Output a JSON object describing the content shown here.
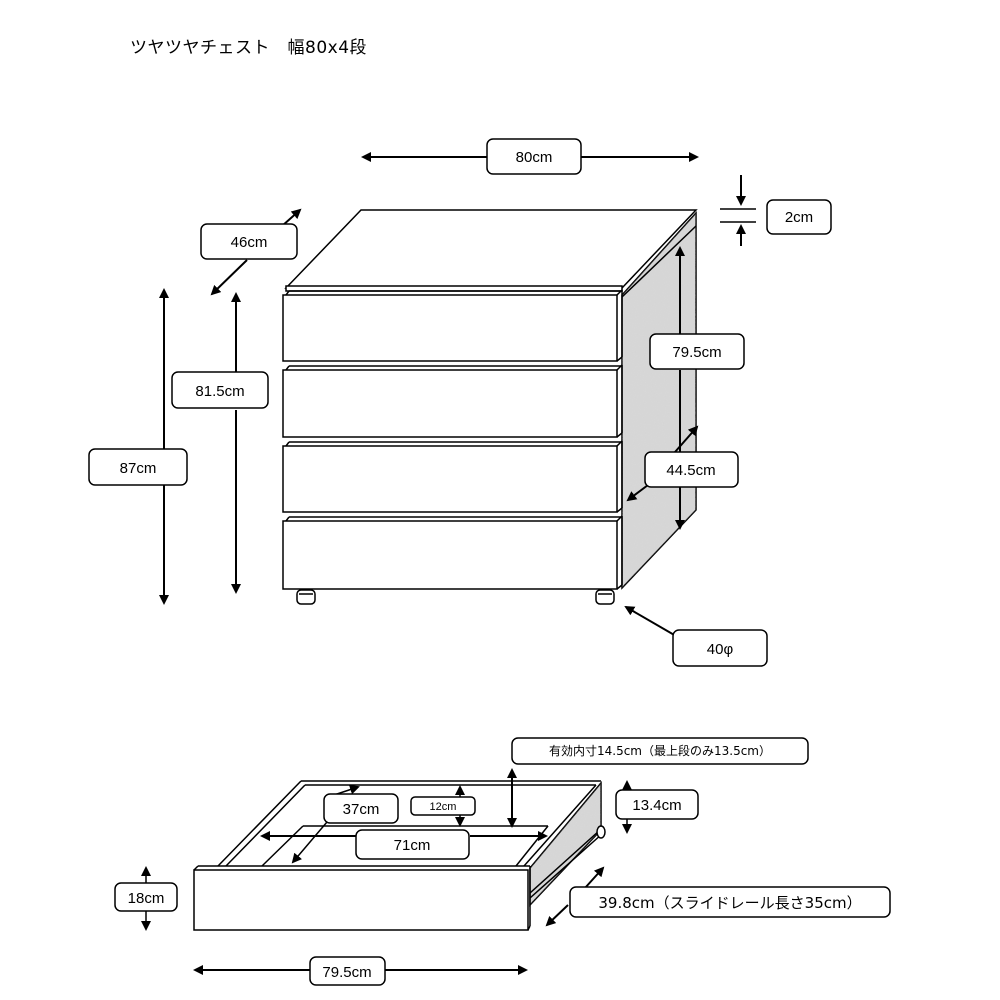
{
  "title": "ツヤツヤチェスト　幅80x4段",
  "colors": {
    "line": "#000000",
    "side_panel": "#d4d4d4",
    "background": "#ffffff"
  },
  "chest": {
    "labels": {
      "width": "80cm",
      "top_thickness": "2cm",
      "depth": "46cm",
      "body_height": "81.5cm",
      "total_height": "87cm",
      "inner_height": "79.5cm",
      "side_depth": "44.5cm",
      "caster": "40φ"
    },
    "drawer_count": 4
  },
  "drawer": {
    "labels": {
      "effective_inner": "有効内寸14.5cm（最上段のみ13.5cm）",
      "inner_depth": "37cm",
      "inner_height": "12cm",
      "inner_width": "71cm",
      "side_height": "13.4cm",
      "front_height": "18cm",
      "depth_rail": "39.8cm（スライドレール長さ35cm）",
      "front_width": "79.5cm"
    }
  }
}
